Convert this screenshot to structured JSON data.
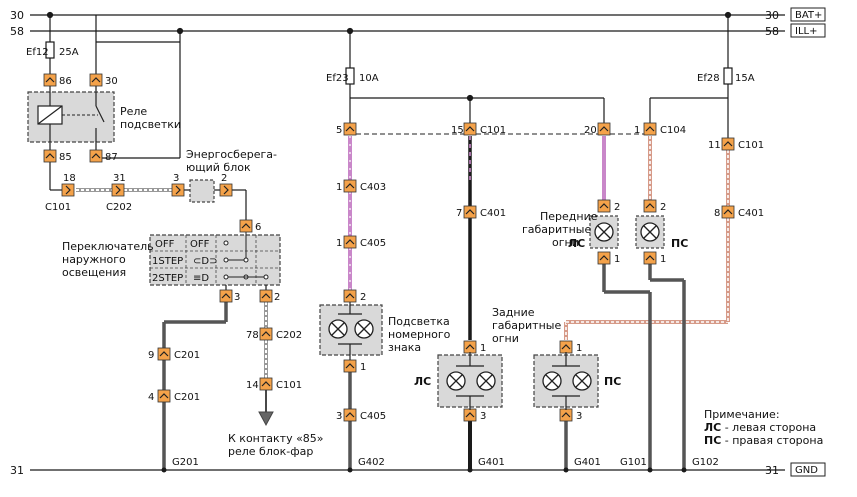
{
  "power_lines": [
    {
      "num": "30",
      "tag": "BAT+"
    },
    {
      "num": "58",
      "tag": "ILL+"
    },
    {
      "num": "31",
      "tag": "GND"
    }
  ],
  "fuses": [
    {
      "id": "Ef12",
      "rating": "25A"
    },
    {
      "id": "Ef23",
      "rating": "10A"
    },
    {
      "id": "Ef28",
      "rating": "15A"
    }
  ],
  "relay": {
    "name_line1": "Реле",
    "name_line2": "подсветки",
    "pins": [
      "86",
      "30",
      "85",
      "87"
    ]
  },
  "energy_block": {
    "line1": "Энергосберега-",
    "line2": "ющий блок",
    "pin_in": "3",
    "pin_out": "2",
    "pin_down": "6"
  },
  "switch": {
    "label_line1": "Переключатель",
    "label_line2": "наружного",
    "label_line3": "освещения",
    "rows": [
      "OFF",
      "1STEP",
      "2STEP"
    ],
    "right_labels": [
      "OFF"
    ],
    "pins": [
      "3",
      "2"
    ]
  },
  "connectors": {
    "c101_a": {
      "pin": "18",
      "name": "C101"
    },
    "c202_a": {
      "pin": "31",
      "name": "C202"
    },
    "c201_a": {
      "pin": "9",
      "name": "C201"
    },
    "c201_b": {
      "pin": "4",
      "name": "C201"
    },
    "c202_b": {
      "pin": "78",
      "name": "C202"
    },
    "c101_b": {
      "pin": "14",
      "name": "C101"
    },
    "p5": {
      "pin": "5",
      "name": ""
    },
    "p15": {
      "pin": "15",
      "name": "C101"
    },
    "p20": {
      "pin": "20",
      "name": ""
    },
    "p1c104": {
      "pin": "1",
      "name": "C104"
    },
    "c403": {
      "pin": "1",
      "name": "C403"
    },
    "c405_a": {
      "pin": "1",
      "name": "C405"
    },
    "c401_a": {
      "pin": "7",
      "name": "C401"
    },
    "c101_c": {
      "pin": "11",
      "name": "C101"
    },
    "c401_b": {
      "pin": "8",
      "name": "C401"
    },
    "c405_b": {
      "pin": "3",
      "name": "C405"
    }
  },
  "lamps": {
    "plate": {
      "line1": "Подсветка",
      "line2": "номерного",
      "line3": "знака",
      "pin_top": "2",
      "pin_bot": "1"
    },
    "rear": {
      "line1": "Задние",
      "line2": "габаритные",
      "line3": "огни",
      "left_side": "ЛС",
      "right_side": "ПС",
      "pin_top": "1",
      "pin_bot": "3"
    },
    "front": {
      "line1": "Передние",
      "line2": "габаритные",
      "line3": "огни",
      "left_side": "ЛС",
      "right_side": "ПС",
      "pin_top": "2",
      "pin_bot": "1"
    }
  },
  "grounds": [
    "G201",
    "G402",
    "G401",
    "G401",
    "G101",
    "G102"
  ],
  "arrow_note": {
    "line1": "К контакту «85»",
    "line2": "реле блок-фар"
  },
  "arrow_pin": "2",
  "legend": {
    "title": "Примечание:",
    "lines": [
      {
        "abbr": "ЛС",
        "text": " - левая сторона"
      },
      {
        "abbr": "ПС",
        "text": " - правая сторона"
      }
    ]
  },
  "colors": {
    "wire": "#1a1a1a",
    "pink": "#c987c9",
    "salmon": "#d69a88",
    "gray": "#555555",
    "connector": "#f4a24a",
    "box": "#d9d9d9"
  }
}
